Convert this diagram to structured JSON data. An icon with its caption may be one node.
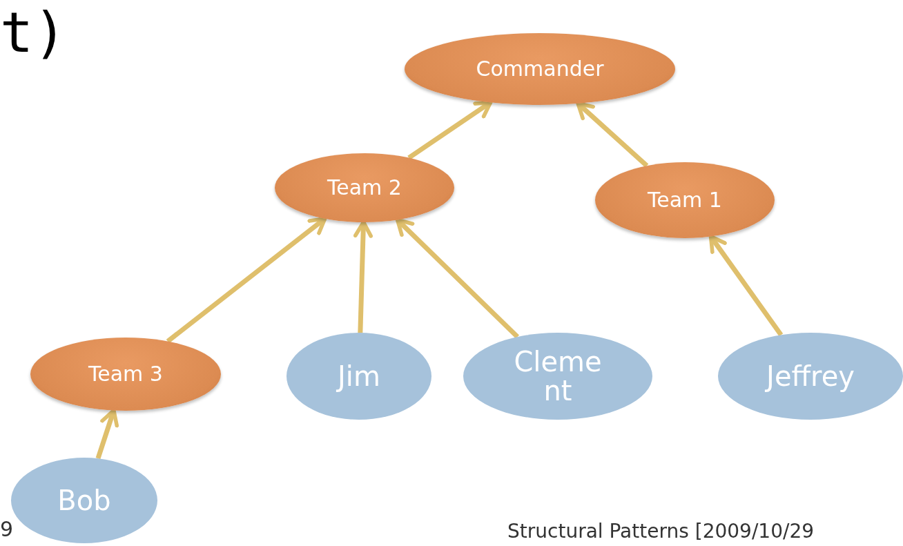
{
  "diagram": {
    "nodes": [
      {
        "text": [
          "Commander"
        ]
      },
      {
        "text": [
          "Team 2"
        ]
      },
      {
        "text": [
          "Team 1"
        ]
      },
      {
        "text": [
          "Team 3"
        ]
      },
      {
        "text": [
          "Jim"
        ]
      },
      {
        "text": [
          "Cleme nt"
        ]
      },
      {
        "text": [
          "Jeffrey"
        ]
      },
      {
        "text": [
          "Bob"
        ]
      }
    ],
    "edges": [
      {
        "from": 1,
        "to": 0,
        "arrow": "to"
      },
      {
        "from": 2,
        "to": 0,
        "arrow": "to"
      },
      {
        "from": 3,
        "to": 1,
        "arrow": "to"
      },
      {
        "from": 4,
        "to": 1,
        "arrow": "to"
      },
      {
        "from": 5,
        "to": 1,
        "arrow": "to"
      },
      {
        "from": 6,
        "to": 2,
        "arrow": "to"
      },
      {
        "from": 7,
        "to": 3,
        "arrow": "to"
      }
    ],
    "labels": [
      "t)",
      "9",
      "Structural Patterns [2009/10/29"
    ]
  }
}
